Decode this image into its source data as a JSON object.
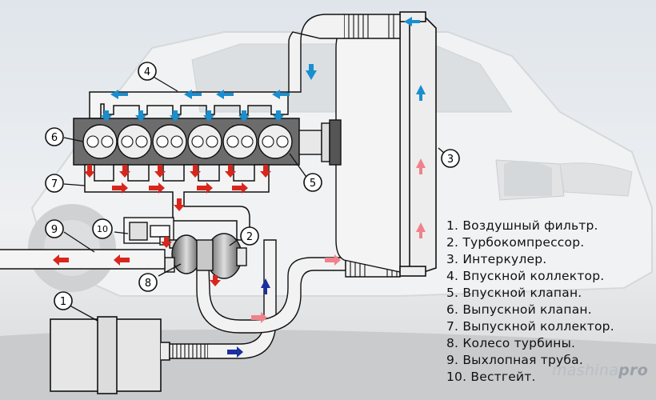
{
  "callouts": [
    "1",
    "2",
    "3",
    "4",
    "5",
    "6",
    "7",
    "8",
    "9",
    "10"
  ],
  "legend": [
    "1. Воздушный фильтр.",
    "2. Турбокомпрессор.",
    "3. Интеркулер.",
    "4. Впускной коллектор.",
    "5. Впускной клапан.",
    "6. Выпускной клапан.",
    "7. Выпускной коллектор.",
    "8. Колесо турбины.",
    "9. Выхлопная труба.",
    "10. Вестгейт."
  ],
  "watermark": {
    "part1": "mashina",
    "part2": "pro"
  },
  "colors": {
    "air_flow": "#1a8fcf",
    "exhaust_flow": "#d8261d",
    "compressed_air": "#f0828a",
    "intake_air": "#1d2f9e",
    "outline": "#111111",
    "engine_block": "#6c6c6c",
    "cylinder": "#eeeeee"
  }
}
